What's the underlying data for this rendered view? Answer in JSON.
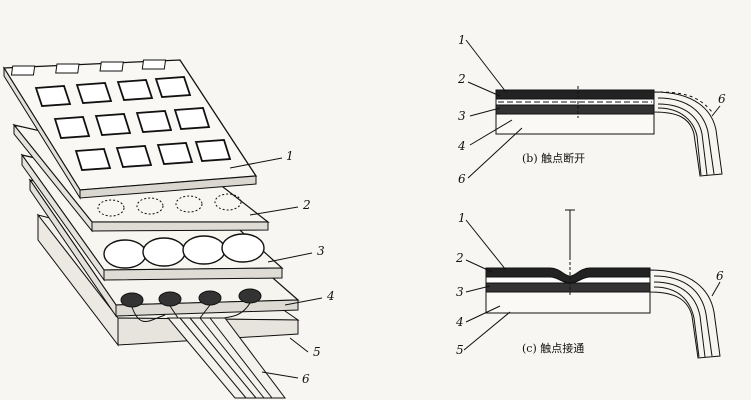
{
  "exploded_view": {
    "labels": [
      "1",
      "2",
      "3",
      "4",
      "5",
      "6"
    ]
  },
  "section_b": {
    "caption": "(b) 触点断开",
    "labels": [
      "1",
      "2",
      "3",
      "4",
      "6",
      "6"
    ]
  },
  "section_c": {
    "caption": "(c) 触点接通",
    "labels": [
      "1",
      "2",
      "3",
      "4",
      "5",
      "6"
    ]
  },
  "colors": {
    "paper": "#f7f6f2",
    "ink": "#111111"
  }
}
